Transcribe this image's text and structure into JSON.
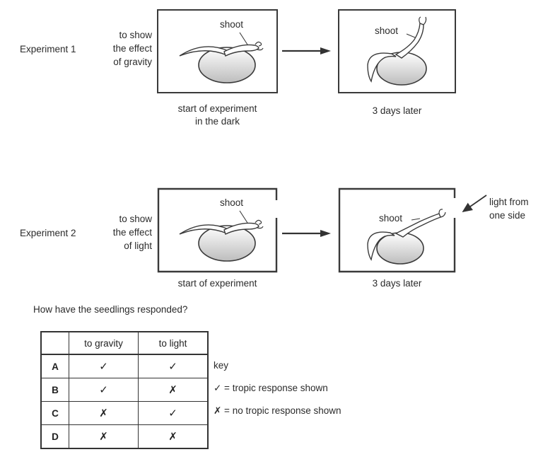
{
  "experiment1": {
    "label": "Experiment 1",
    "purpose": "to show\nthe effect\nof gravity",
    "start": {
      "shoot_label": "shoot",
      "caption": "start of experiment\nin the dark"
    },
    "later": {
      "shoot_label": "shoot",
      "caption": "3 days later"
    }
  },
  "experiment2": {
    "label": "Experiment 2",
    "purpose": "to show\nthe effect\nof light",
    "start": {
      "shoot_label": "shoot",
      "caption": "start of experiment"
    },
    "later": {
      "shoot_label": "shoot",
      "caption": "3 days later"
    },
    "light_label": "light from\none side"
  },
  "question": "How have the seedlings responded?",
  "answer_table": {
    "headers": [
      "",
      "to gravity",
      "to light"
    ],
    "rows": [
      {
        "option": "A",
        "to_gravity": "✓",
        "to_light": "✓"
      },
      {
        "option": "B",
        "to_gravity": "✓",
        "to_light": "✗"
      },
      {
        "option": "C",
        "to_gravity": "✗",
        "to_light": "✓"
      },
      {
        "option": "D",
        "to_gravity": "✗",
        "to_light": "✗"
      }
    ]
  },
  "key": {
    "title": "key",
    "tick_meaning": "✓ = tropic response shown",
    "cross_meaning": "✗ = no tropic response shown"
  },
  "colors": {
    "ink": "#333333",
    "seed_shade_bottom": "#bdbdbd"
  }
}
